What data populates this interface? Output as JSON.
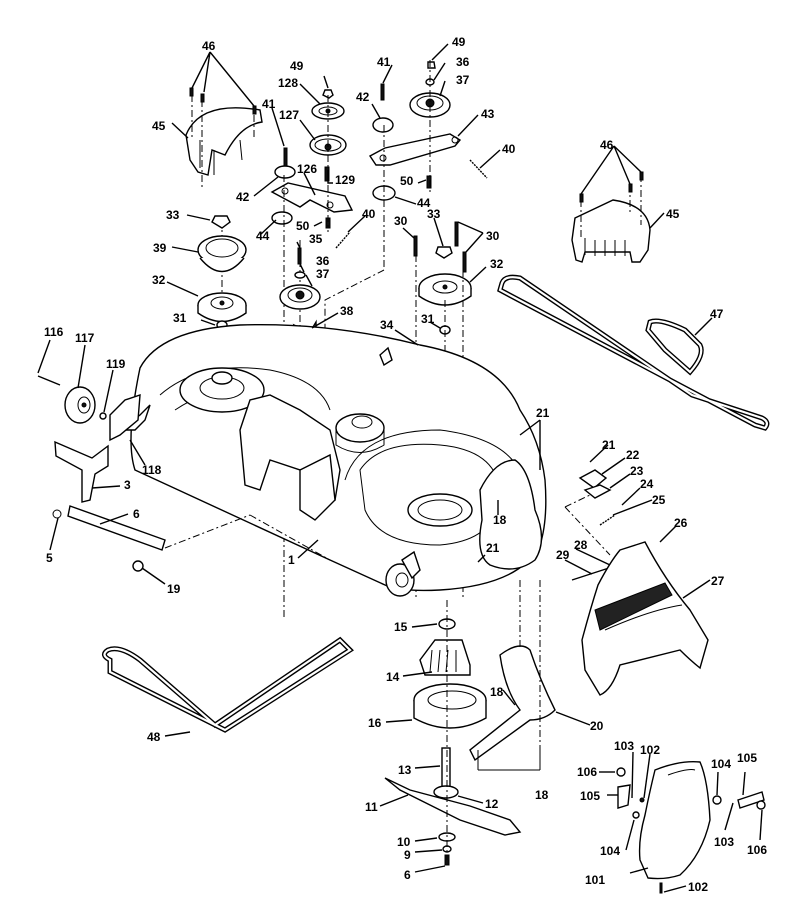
{
  "diagram": {
    "title": "Mower deck exploded parts diagram",
    "callouts": [
      {
        "id": "c46a",
        "text": "46"
      },
      {
        "id": "c45a",
        "text": "45"
      },
      {
        "id": "c49a",
        "text": "49"
      },
      {
        "id": "c128",
        "text": "128"
      },
      {
        "id": "c127",
        "text": "127"
      },
      {
        "id": "c41a",
        "text": "41"
      },
      {
        "id": "c42a",
        "text": "42"
      },
      {
        "id": "c126",
        "text": "126"
      },
      {
        "id": "c129",
        "text": "129"
      },
      {
        "id": "c41b",
        "text": "41"
      },
      {
        "id": "c42b",
        "text": "42"
      },
      {
        "id": "c49b",
        "text": "49"
      },
      {
        "id": "c36a",
        "text": "36"
      },
      {
        "id": "c37a",
        "text": "37"
      },
      {
        "id": "c43",
        "text": "43"
      },
      {
        "id": "c40a",
        "text": "40"
      },
      {
        "id": "c50a",
        "text": "50"
      },
      {
        "id": "c44a",
        "text": "44"
      },
      {
        "id": "c33a",
        "text": "33"
      },
      {
        "id": "c44b",
        "text": "44"
      },
      {
        "id": "c50b",
        "text": "50"
      },
      {
        "id": "c40b",
        "text": "40"
      },
      {
        "id": "c39",
        "text": "39"
      },
      {
        "id": "c35",
        "text": "35"
      },
      {
        "id": "c36b",
        "text": "36"
      },
      {
        "id": "c37b",
        "text": "37"
      },
      {
        "id": "c32a",
        "text": "32"
      },
      {
        "id": "c31a",
        "text": "31"
      },
      {
        "id": "c38",
        "text": "38"
      },
      {
        "id": "c30a",
        "text": "30"
      },
      {
        "id": "c33b",
        "text": "33"
      },
      {
        "id": "c30b",
        "text": "30"
      },
      {
        "id": "c32b",
        "text": "32"
      },
      {
        "id": "c31b",
        "text": "31"
      },
      {
        "id": "c34",
        "text": "34"
      },
      {
        "id": "c46b",
        "text": "46"
      },
      {
        "id": "c45b",
        "text": "45"
      },
      {
        "id": "c47",
        "text": "47"
      },
      {
        "id": "c116",
        "text": "116"
      },
      {
        "id": "c117",
        "text": "117"
      },
      {
        "id": "c119",
        "text": "119"
      },
      {
        "id": "c118",
        "text": "118"
      },
      {
        "id": "c3",
        "text": "3"
      },
      {
        "id": "c6a",
        "text": "6"
      },
      {
        "id": "c5",
        "text": "5"
      },
      {
        "id": "c19",
        "text": "19"
      },
      {
        "id": "c1",
        "text": "1"
      },
      {
        "id": "c21a",
        "text": "21"
      },
      {
        "id": "c18a",
        "text": "18"
      },
      {
        "id": "c21b",
        "text": "21"
      },
      {
        "id": "c21c",
        "text": "21"
      },
      {
        "id": "c22",
        "text": "22"
      },
      {
        "id": "c23",
        "text": "23"
      },
      {
        "id": "c24",
        "text": "24"
      },
      {
        "id": "c25",
        "text": "25"
      },
      {
        "id": "c26",
        "text": "26"
      },
      {
        "id": "c28",
        "text": "28"
      },
      {
        "id": "c29",
        "text": "29"
      },
      {
        "id": "c27",
        "text": "27"
      },
      {
        "id": "c15",
        "text": "15"
      },
      {
        "id": "c14",
        "text": "14"
      },
      {
        "id": "c16",
        "text": "16"
      },
      {
        "id": "c18b",
        "text": "18"
      },
      {
        "id": "c20",
        "text": "20"
      },
      {
        "id": "c48",
        "text": "48"
      },
      {
        "id": "c13",
        "text": "13"
      },
      {
        "id": "c12",
        "text": "12"
      },
      {
        "id": "c18c",
        "text": "18"
      },
      {
        "id": "c11",
        "text": "11"
      },
      {
        "id": "c10",
        "text": "10"
      },
      {
        "id": "c9",
        "text": "9"
      },
      {
        "id": "c6b",
        "text": "6"
      },
      {
        "id": "c103a",
        "text": "103"
      },
      {
        "id": "c102a",
        "text": "102"
      },
      {
        "id": "c106a",
        "text": "106"
      },
      {
        "id": "c105a",
        "text": "105"
      },
      {
        "id": "c104a",
        "text": "104"
      },
      {
        "id": "c105b",
        "text": "105"
      },
      {
        "id": "c104b",
        "text": "104"
      },
      {
        "id": "c103b",
        "text": "103"
      },
      {
        "id": "c106b",
        "text": "106"
      },
      {
        "id": "c101",
        "text": "101"
      },
      {
        "id": "c102b",
        "text": "102"
      }
    ],
    "parts": {
      "deck": "mower-deck-housing",
      "belts": [
        "deck-belt-47",
        "drive-belt-48"
      ],
      "pulleys": [
        "idler-pulley-128",
        "idler-pulley-127",
        "idler-pulley-37-upper",
        "pulley-39",
        "pulley-32-left",
        "idler-pulley-37-lower",
        "pulley-32-right"
      ],
      "shields": [
        "belt-shield-45-left",
        "belt-shield-45-right",
        "discharge-chute-27",
        "deflector-101"
      ]
    }
  }
}
